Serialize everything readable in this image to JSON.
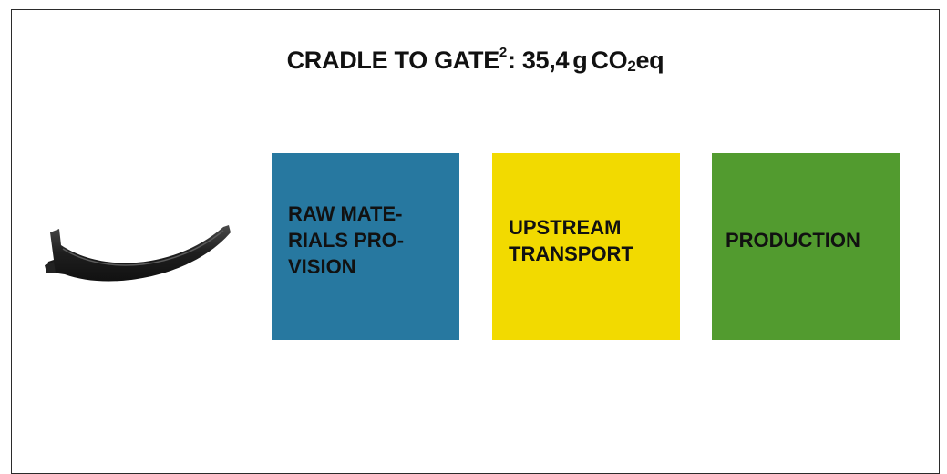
{
  "title": {
    "prefix": "CRADLE TO GATE",
    "footnote": "2",
    "suffix": ": 35,4",
    "unit_g": "g",
    "co2_prefix": "CO",
    "co2_sub": "2",
    "co2_suffix": "eq"
  },
  "product": {
    "icon": "curved-black-plastic-part"
  },
  "stages": [
    {
      "label": "RAW MATE-\nRIALS PRO-\nVISION",
      "color": "#2778a0"
    },
    {
      "label": "UPSTREAM\nTRANSPORT",
      "color": "#f2da00"
    },
    {
      "label": "PRODUCTION",
      "color": "#529b2f"
    }
  ]
}
